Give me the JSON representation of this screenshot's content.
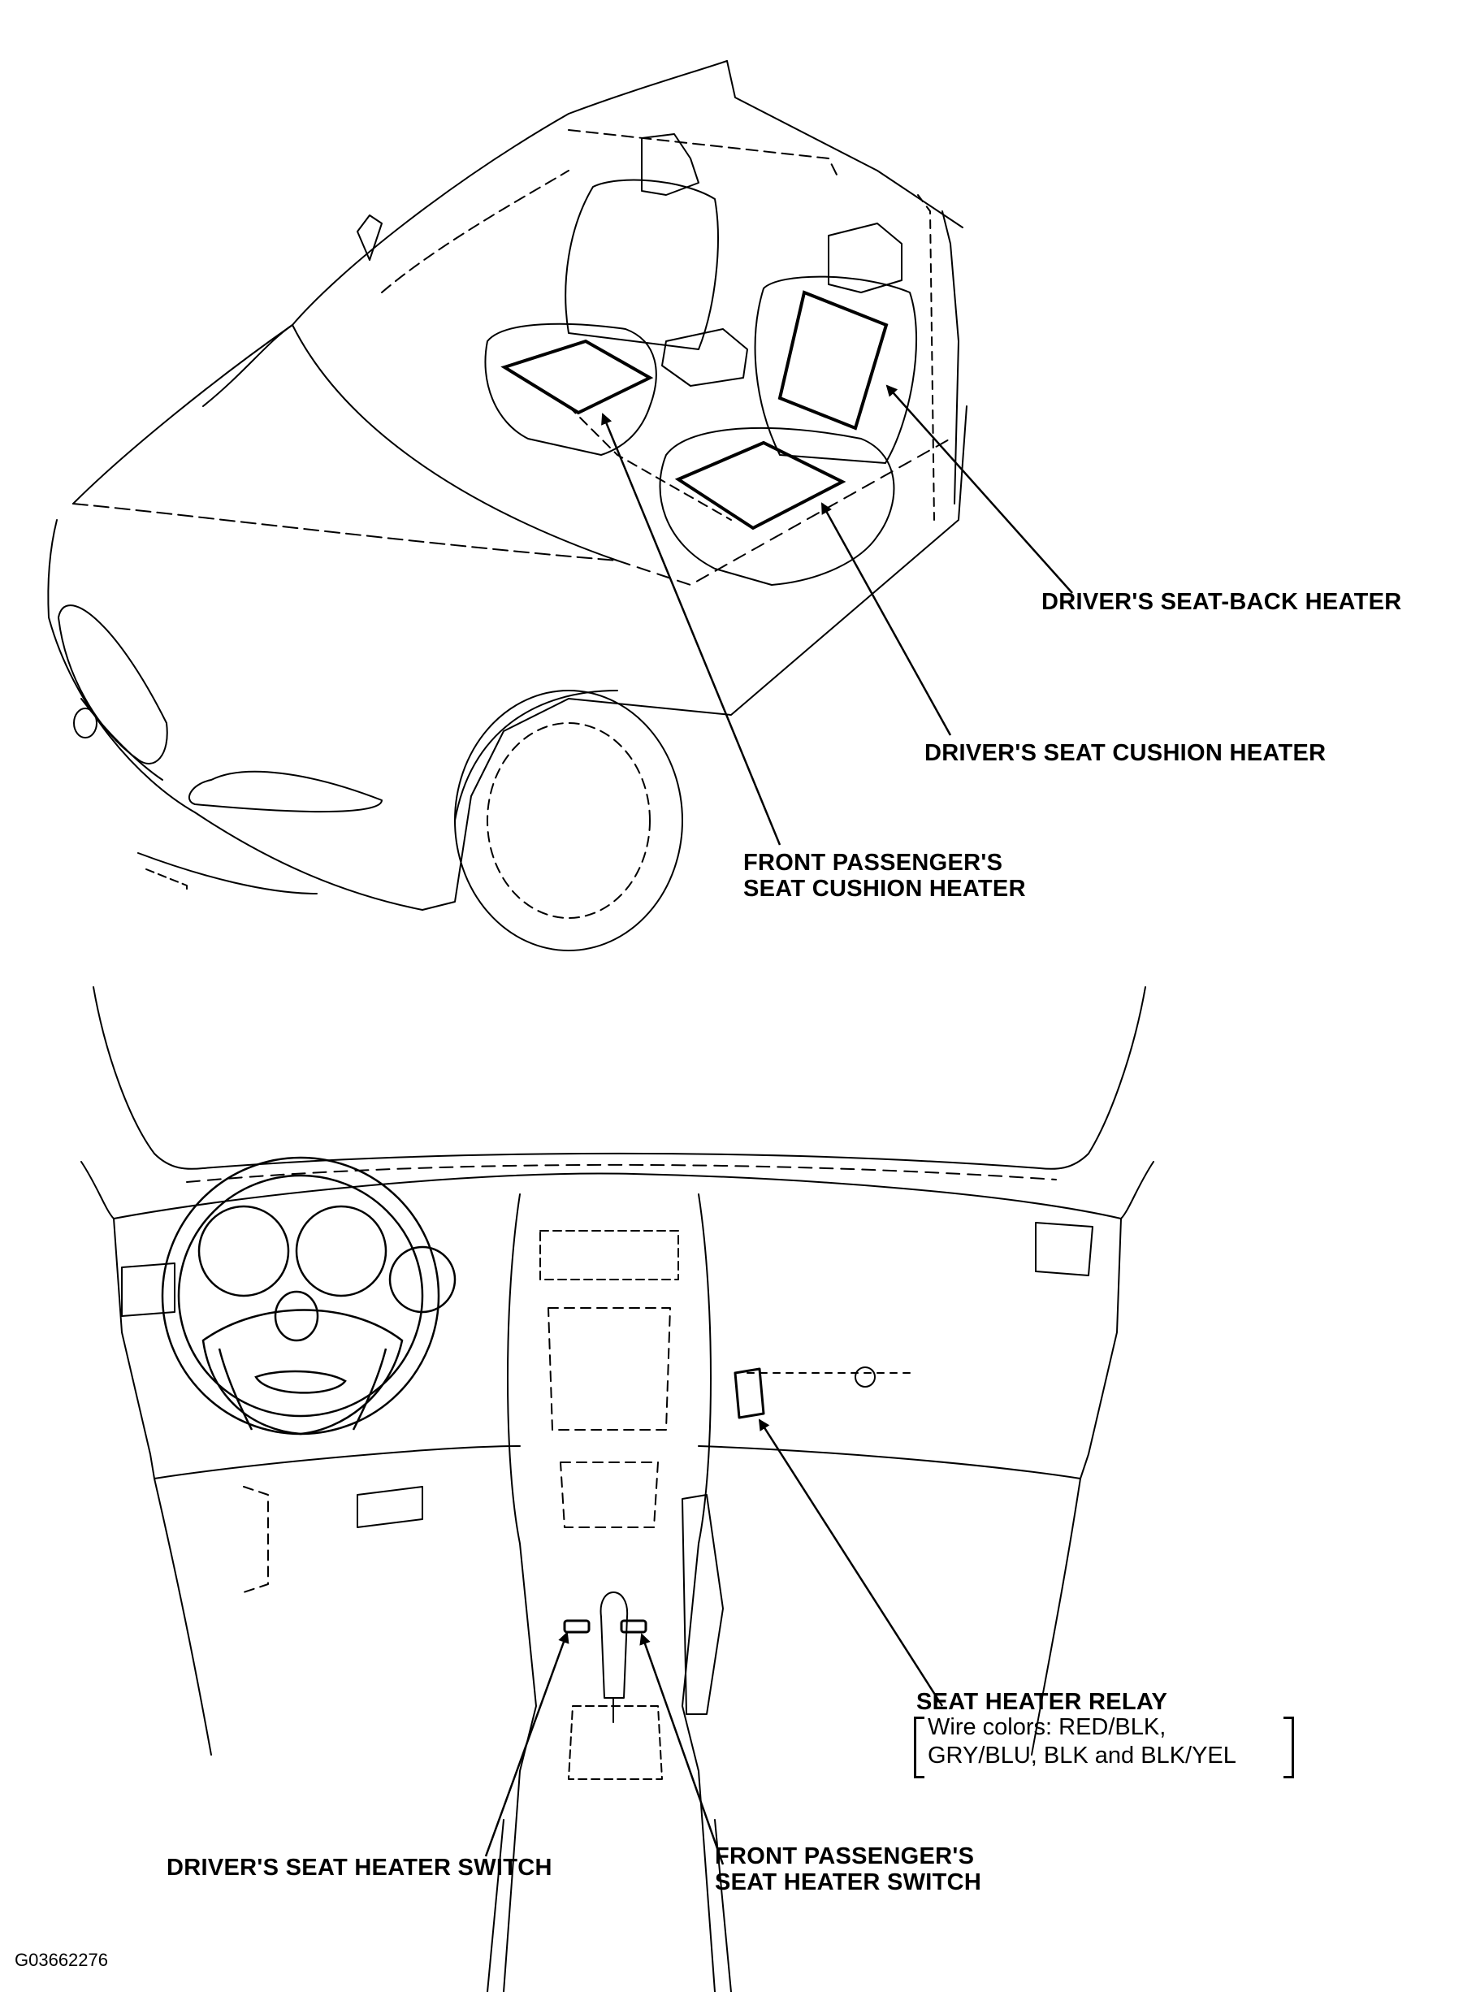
{
  "labels": {
    "drivers_seat_back_heater": "DRIVER'S SEAT-BACK HEATER",
    "drivers_seat_cushion_heater": "DRIVER'S SEAT CUSHION HEATER",
    "front_passenger_seat_cushion_heater_line1": "FRONT PASSENGER'S",
    "front_passenger_seat_cushion_heater_line2": "SEAT CUSHION HEATER",
    "seat_heater_relay": "SEAT HEATER RELAY",
    "relay_wire_colors_line1": "Wire colors: RED/BLK,",
    "relay_wire_colors_line2": "GRY/BLU, BLK and BLK/YEL",
    "drivers_seat_heater_switch": "DRIVER'S SEAT HEATER SWITCH",
    "front_passenger_switch_line1": "FRONT PASSENGER'S",
    "front_passenger_switch_line2": "SEAT HEATER SWITCH"
  },
  "figure_id": "G03662276"
}
